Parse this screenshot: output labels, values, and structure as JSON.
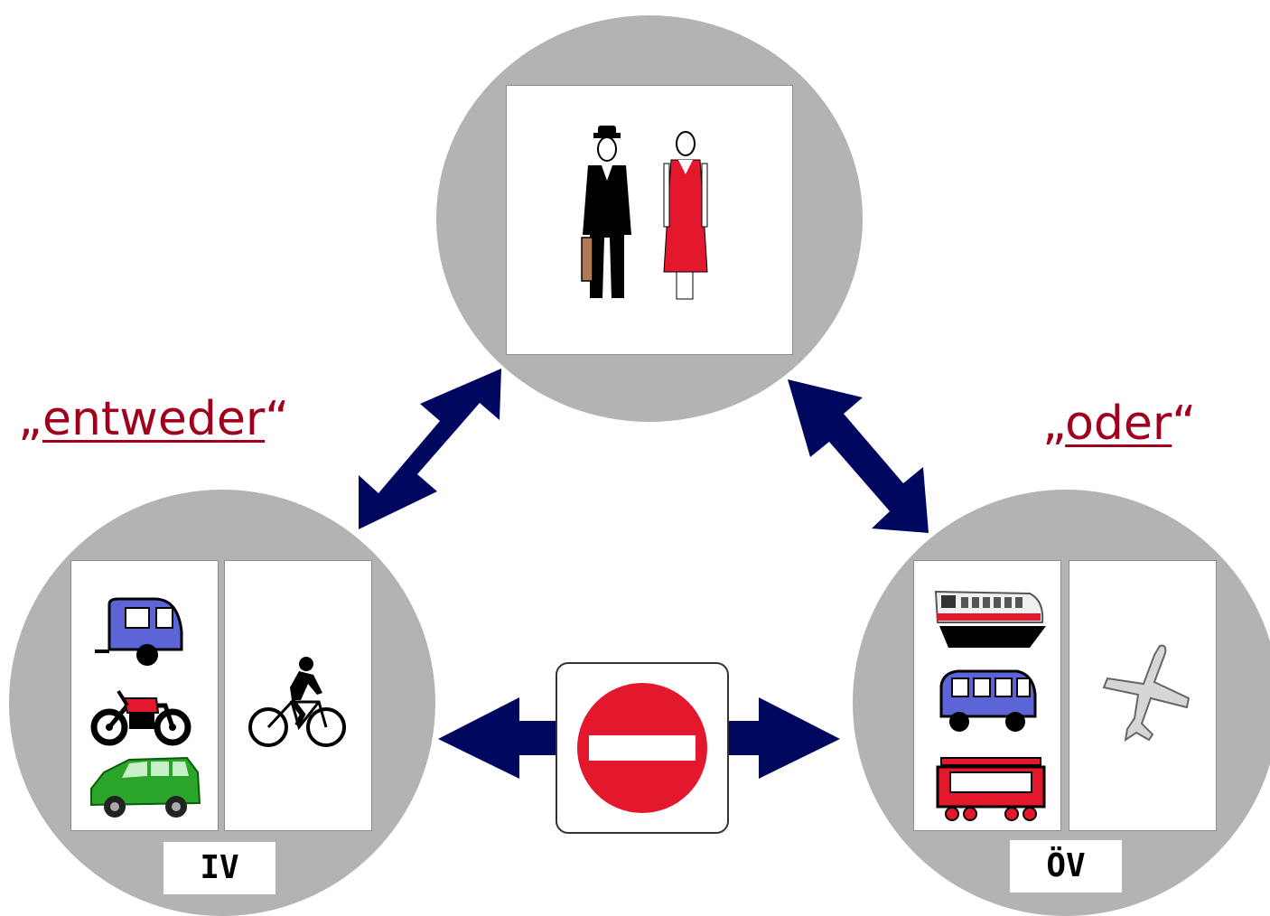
{
  "labels": {
    "left_open": "„",
    "left_word": "entweder",
    "left_close": "“",
    "right_open": "„",
    "right_word": "oder",
    "right_close": "“"
  },
  "groups": {
    "individual": {
      "tag": "IV",
      "icons": [
        "caravan-icon",
        "motorcycle-icon",
        "suv-car-icon",
        "cyclist-icon"
      ]
    },
    "public": {
      "tag": "ÖV",
      "icons": [
        "train-icon",
        "bus-icon",
        "tram-icon",
        "airplane-icon"
      ]
    },
    "travelers": {
      "icons": [
        "businessman-icon",
        "woman-icon"
      ]
    }
  },
  "colors": {
    "circle": "#b3b3b3",
    "arrow": "#00075f",
    "label": "#a0001c",
    "sign_red": "#e3182d"
  }
}
